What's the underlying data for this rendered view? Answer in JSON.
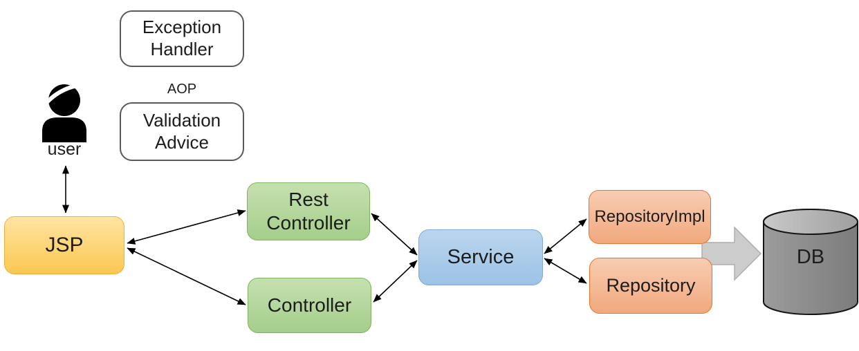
{
  "nodes": {
    "exception_handler": {
      "label": "Exception\nHandler",
      "type": "outlined"
    },
    "aop": {
      "label": "AOP"
    },
    "validation_advice": {
      "label": "Validation\nAdvice",
      "type": "outlined"
    },
    "user": {
      "label": "user",
      "icon": "person-icon"
    },
    "jsp": {
      "label": "JSP",
      "color": "yellow"
    },
    "rest_controller": {
      "label": "Rest\nController",
      "color": "green"
    },
    "controller": {
      "label": "Controller",
      "color": "green"
    },
    "service": {
      "label": "Service",
      "color": "blue"
    },
    "repository_impl": {
      "label": "RepositoryImpl",
      "color": "salmon"
    },
    "repository": {
      "label": "Repository",
      "color": "salmon"
    },
    "db": {
      "label": "DB",
      "icon": "database-cylinder-icon"
    }
  },
  "connections": [
    {
      "from": "user",
      "to": "jsp",
      "bidirectional": true,
      "style": "line-arrow"
    },
    {
      "from": "jsp",
      "to": "rest_controller",
      "bidirectional": true,
      "style": "line-arrow"
    },
    {
      "from": "jsp",
      "to": "controller",
      "bidirectional": true,
      "style": "line-arrow"
    },
    {
      "from": "rest_controller",
      "to": "service",
      "bidirectional": true,
      "style": "line-arrow"
    },
    {
      "from": "controller",
      "to": "service",
      "bidirectional": true,
      "style": "line-arrow"
    },
    {
      "from": "service",
      "to": "repository_impl",
      "bidirectional": true,
      "style": "line-arrow"
    },
    {
      "from": "service",
      "to": "repository",
      "bidirectional": true,
      "style": "line-arrow"
    },
    {
      "from": "repository_layer",
      "to": "db",
      "bidirectional": false,
      "style": "block-arrow"
    }
  ],
  "colors": {
    "yellow_fill_top": "#FFE5A2",
    "yellow_fill_bottom": "#FBC752",
    "yellow_border": "#F2AE3C",
    "green_fill_top": "#C5E0B0",
    "green_fill_bottom": "#A5CE8B",
    "green_border": "#7FB362",
    "blue_fill_top": "#BBD5EE",
    "blue_fill_bottom": "#9CC3E5",
    "blue_border": "#7FA8D4",
    "salmon_fill_top": "#F8CDB2",
    "salmon_fill_bottom": "#F1A87D",
    "salmon_border": "#E9732C",
    "outline_border": "#595959",
    "block_arrow_fill": "#CCCCCC",
    "cylinder_body": "#8A8A8A",
    "cylinder_top": "#B9B9B9",
    "connector": "#000000",
    "background": "#FFFFFF"
  }
}
